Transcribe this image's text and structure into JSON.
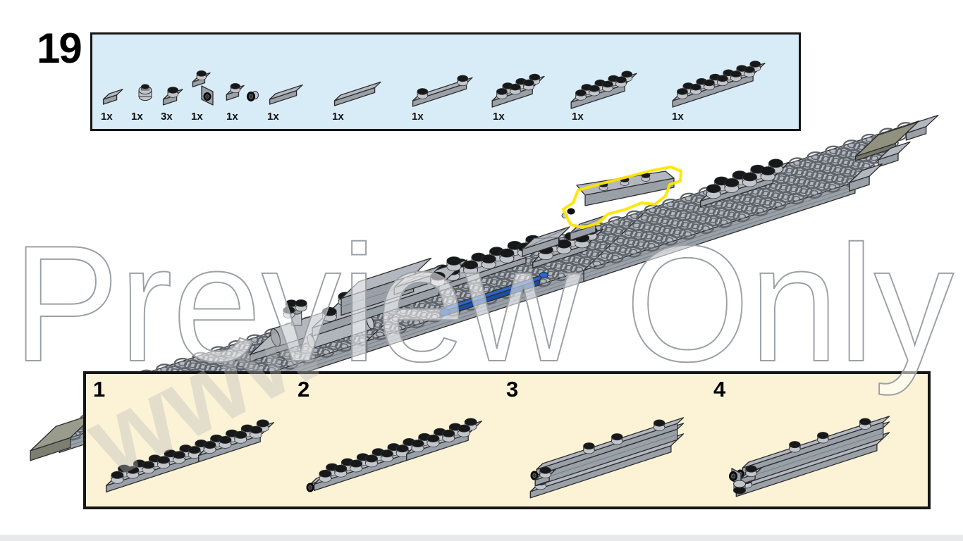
{
  "page": {
    "step_number": "19",
    "watermark": "Preview Only",
    "watermark_fragment": "www"
  },
  "parts_callout": {
    "parts": [
      {
        "qty": "1x",
        "part": "tile-1x1"
      },
      {
        "qty": "1x",
        "part": "plate-1x1-round"
      },
      {
        "qty": "3x",
        "part": "plate-1x1"
      },
      {
        "qty": "1x",
        "part": "bracket-1x1"
      },
      {
        "qty": "1x",
        "part": "plate-1x1-tow-ball-socket"
      },
      {
        "qty": "1x",
        "part": "tile-1x2"
      },
      {
        "qty": "1x",
        "part": "tile-1x3"
      },
      {
        "qty": "1x",
        "part": "plate-1x4-2-studs"
      },
      {
        "qty": "1x",
        "part": "plate-2x3"
      },
      {
        "qty": "1x",
        "part": "plate-2x4"
      },
      {
        "qty": "1x",
        "part": "plate-2x6"
      }
    ]
  },
  "substeps": {
    "steps": [
      {
        "label": "1"
      },
      {
        "label": "2"
      },
      {
        "label": "3"
      },
      {
        "label": "4"
      }
    ]
  },
  "colors": {
    "callout_bg": "#d8ecf8",
    "substeps_bg": "#fcf3d6",
    "border": "#161616",
    "brick_top": "#b3b8c0",
    "brick_front": "#9aa0a8",
    "brick_side": "#878d95",
    "stud_side": "#c2c6cc",
    "stud_top": "#17181a",
    "dark_olive": "#999b8c",
    "accent_blue": "#2e66c6",
    "highlight_yellow": "#ffe600",
    "bottom_bar": "#e7e9eb"
  }
}
